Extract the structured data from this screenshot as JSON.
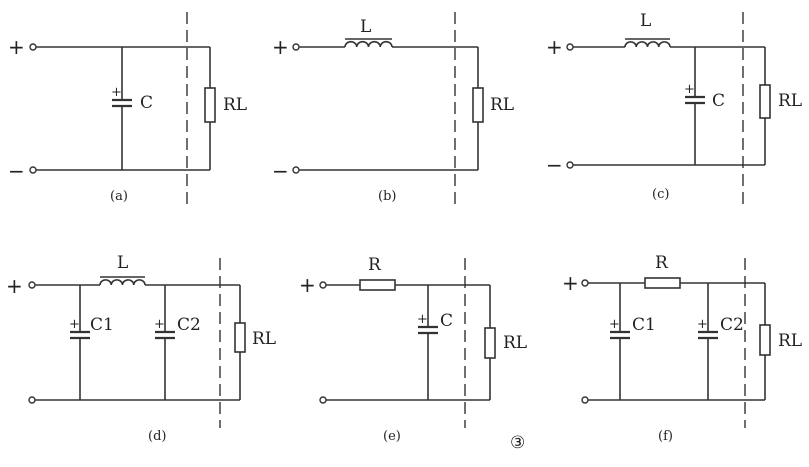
{
  "figure_number": "③",
  "circuits": [
    {
      "id": "a",
      "caption": "(a)",
      "plus": "+",
      "minus": "−",
      "labels": {
        "C": "C",
        "RL": "RL"
      }
    },
    {
      "id": "b",
      "caption": "(b)",
      "plus": "+",
      "minus": "−",
      "labels": {
        "L": "L",
        "RL": "RL"
      }
    },
    {
      "id": "c",
      "caption": "(c)",
      "plus": "+",
      "minus": "−",
      "labels": {
        "L": "L",
        "C": "C",
        "RL": "RL"
      }
    },
    {
      "id": "d",
      "caption": "(d)",
      "plus": "+",
      "labels": {
        "L": "L",
        "C1": "C1",
        "C2": "C2",
        "RL": "RL"
      }
    },
    {
      "id": "e",
      "caption": "(e)",
      "plus": "+",
      "labels": {
        "R": "R",
        "C": "C",
        "RL": "RL"
      }
    },
    {
      "id": "f",
      "caption": "(f)",
      "plus": "+",
      "labels": {
        "R": "R",
        "C1": "C1",
        "C2": "C2",
        "RL": "RL"
      }
    }
  ]
}
